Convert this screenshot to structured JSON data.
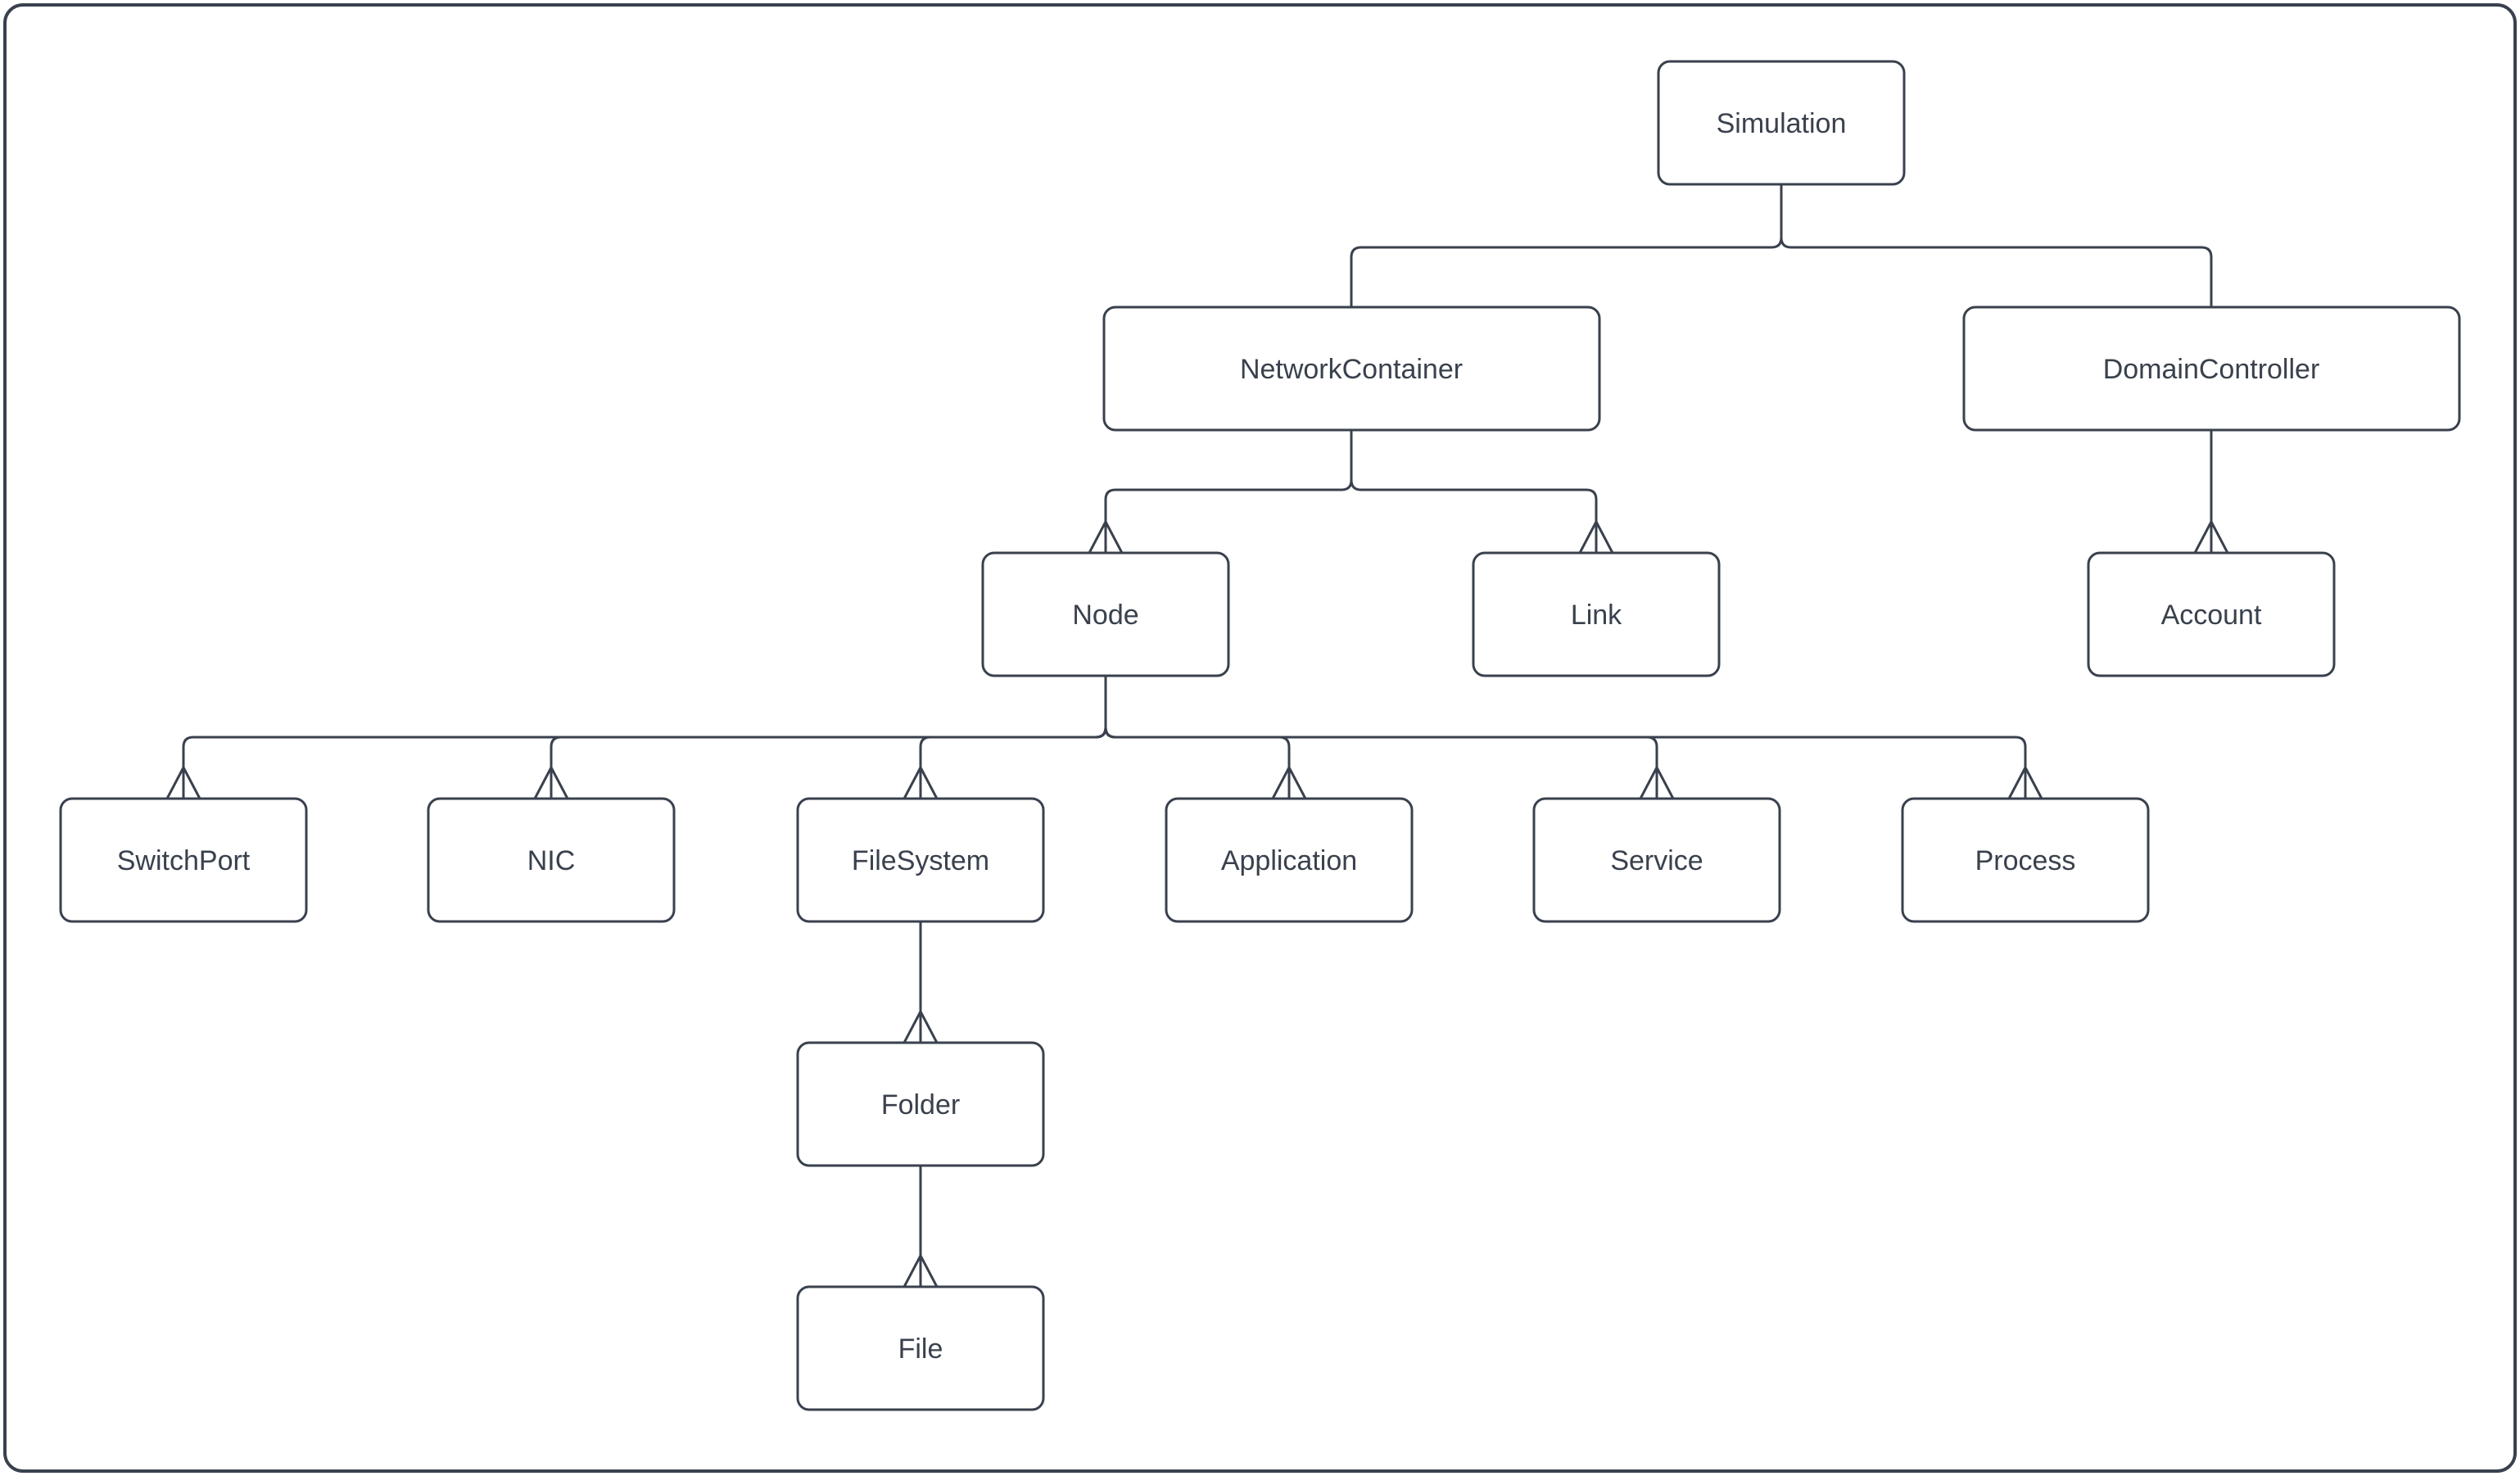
{
  "diagram": {
    "type": "class-hierarchy-tree",
    "colors": {
      "stroke": "#39414d",
      "node_fill": "#ffffff",
      "background": "#ffffff",
      "label_text": "#39414d"
    },
    "nodes": [
      {
        "id": "simulation",
        "label": "Simulation"
      },
      {
        "id": "network-container",
        "label": "NetworkContainer"
      },
      {
        "id": "domain-controller",
        "label": "DomainController"
      },
      {
        "id": "node",
        "label": "Node"
      },
      {
        "id": "link",
        "label": "Link"
      },
      {
        "id": "account",
        "label": "Account"
      },
      {
        "id": "switch-port",
        "label": "SwitchPort"
      },
      {
        "id": "nic",
        "label": "NIC"
      },
      {
        "id": "file-system",
        "label": "FileSystem"
      },
      {
        "id": "application",
        "label": "Application"
      },
      {
        "id": "service",
        "label": "Service"
      },
      {
        "id": "process",
        "label": "Process"
      },
      {
        "id": "folder",
        "label": "Folder"
      },
      {
        "id": "file",
        "label": "File"
      }
    ],
    "edges": [
      {
        "from": "Simulation",
        "to": "NetworkContainer",
        "arrowhead": "none"
      },
      {
        "from": "Simulation",
        "to": "DomainController",
        "arrowhead": "none"
      },
      {
        "from": "NetworkContainer",
        "to": "Node",
        "arrowhead": "open-up"
      },
      {
        "from": "NetworkContainer",
        "to": "Link",
        "arrowhead": "open-up"
      },
      {
        "from": "DomainController",
        "to": "Account",
        "arrowhead": "open-up"
      },
      {
        "from": "Node",
        "to": "SwitchPort",
        "arrowhead": "open-up"
      },
      {
        "from": "Node",
        "to": "NIC",
        "arrowhead": "open-up"
      },
      {
        "from": "Node",
        "to": "FileSystem",
        "arrowhead": "open-up"
      },
      {
        "from": "Node",
        "to": "Application",
        "arrowhead": "open-up"
      },
      {
        "from": "Node",
        "to": "Service",
        "arrowhead": "open-up"
      },
      {
        "from": "Node",
        "to": "Process",
        "arrowhead": "open-up"
      },
      {
        "from": "FileSystem",
        "to": "Folder",
        "arrowhead": "open-up"
      },
      {
        "from": "Folder",
        "to": "File",
        "arrowhead": "open-up"
      }
    ]
  }
}
